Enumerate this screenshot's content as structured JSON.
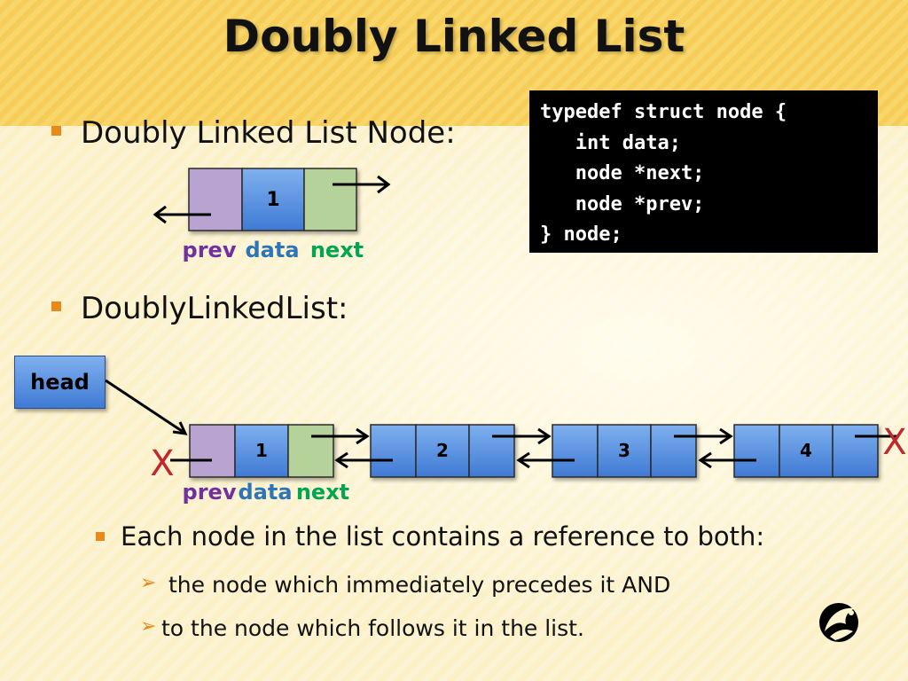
{
  "title": "Doubly Linked List",
  "bullets": {
    "node_heading": "Doubly Linked List Node:",
    "list_heading": "DoublyLinkedList:",
    "each_node": "Each node in the list contains a reference to both:",
    "point_1": "the node which immediately precedes it AND",
    "point_2": "to the node which follows it in the list."
  },
  "code": [
    "typedef struct node {",
    "   int data;",
    "   node *next;",
    "   node *prev;",
    "} node;"
  ],
  "node_diagram": {
    "value": "1",
    "labels": {
      "prev": "prev",
      "data": "data",
      "next": "next"
    }
  },
  "list_diagram": {
    "head_label": "head",
    "values": [
      "1",
      "2",
      "3",
      "4"
    ],
    "labels": {
      "prev": "prev",
      "data": "data",
      "next": "next"
    },
    "null_marker": "X"
  },
  "colors": {
    "bullet": "#e8891a",
    "prev_cell": "#b9a3d0",
    "data_cell": "#4a84d8",
    "next_cell": "#b5d29a",
    "prev_label": "#7030a0",
    "data_label": "#2e75b6",
    "next_label": "#00a650",
    "null_marker": "#c0282d"
  }
}
